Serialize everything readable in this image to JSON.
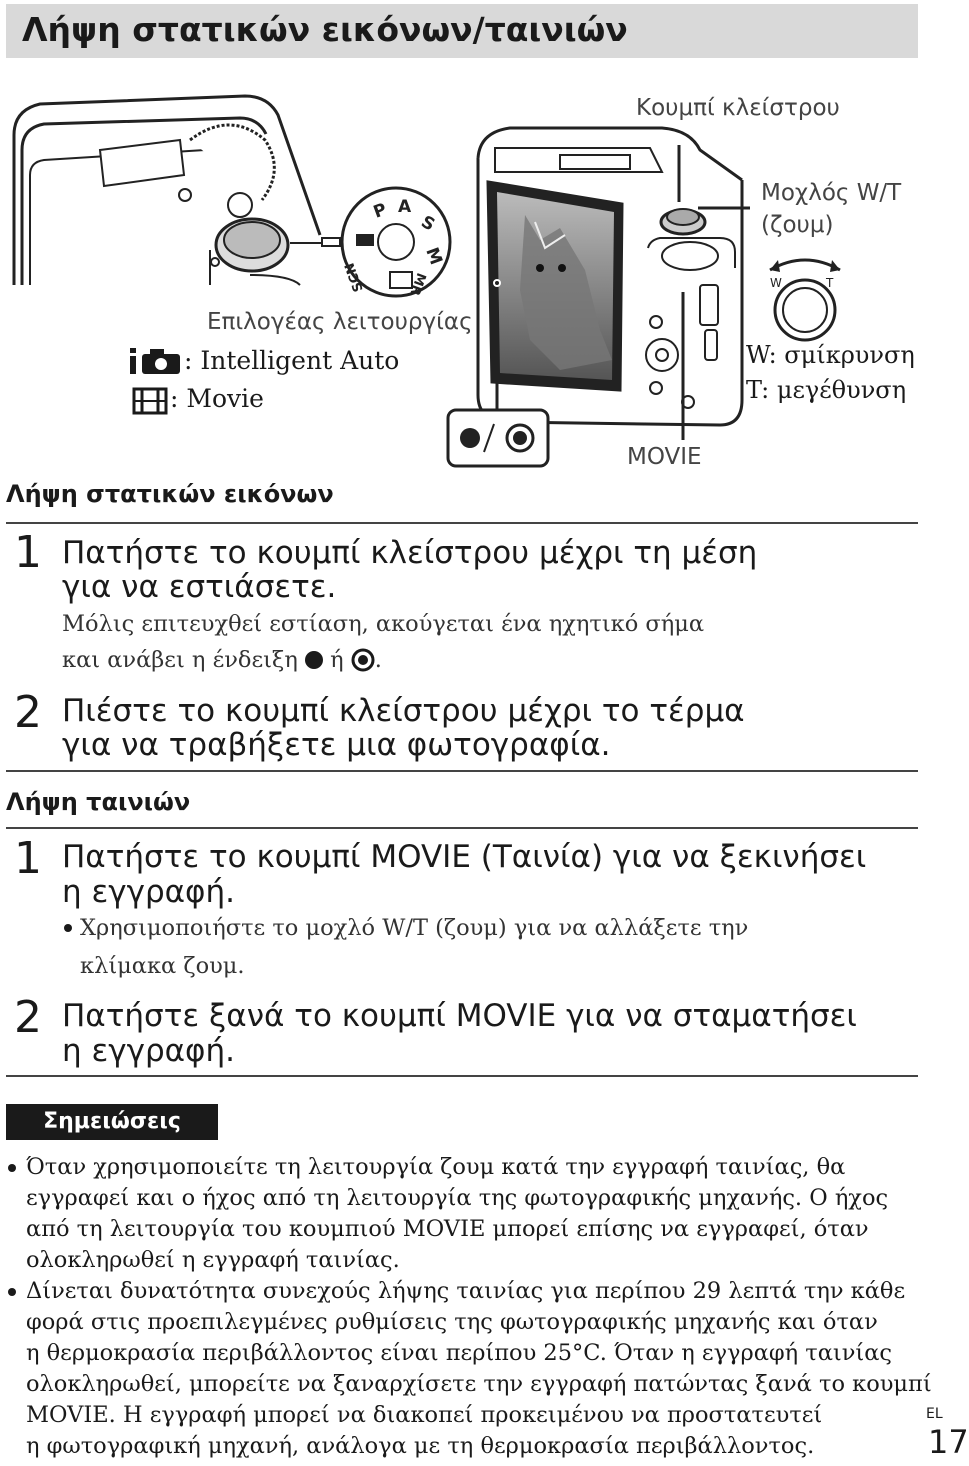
{
  "header": {
    "title": "Λήψη στατικών εικόνων/ταινιών"
  },
  "figure": {
    "shutter_label": "Κουμπί κλείστρου",
    "zoom_lever_label_1": "Μοχλός W/T",
    "zoom_lever_label_2": "(ζουμ)",
    "zoom_w_label": "W: σμίκρυνση",
    "zoom_t_label": "T: μεγέθυνση",
    "mode_dial_label": "Επιλογέας λειτουργίας",
    "mode_intelligent_auto": ": Intelligent Auto",
    "mode_movie": ": Movie",
    "movie_button_label": "MOVIE",
    "dial_letters": [
      "P",
      "A",
      "S",
      "M",
      "MR",
      "SCN"
    ],
    "lever_w": "W",
    "lever_t": "T"
  },
  "still": {
    "heading": "Λήψη στατικών εικόνων",
    "step1_num": "1",
    "step1_line1": "Πατήστε το κουμπί κλείστρου μέχρι τη μέση",
    "step1_line2": "για να εστιάσετε.",
    "step1_note_line1": "Μόλις επιτευχθεί εστίαση, ακούγεται ένα ηχητικό σήμα",
    "step1_note_line2a": "και ανάβει η ένδειξη",
    "step1_note_line2b": "ή",
    "step1_note_line2c": ".",
    "step2_num": "2",
    "step2_line1": "Πιέστε το κουμπί κλείστρου μέχρι το τέρμα",
    "step2_line2": "για να τραβήξετε μια φωτογραφία."
  },
  "movie": {
    "heading": "Λήψη ταινιών",
    "step1_num": "1",
    "step1_line1": "Πατήστε το κουμπί MOVIE (Ταινία) για να ξεκινήσει",
    "step1_line2": "η εγγραφή.",
    "step1_bullet_line1": "Χρησιμοποιήστε το μοχλό W/T (ζουμ) για να αλλάξετε την",
    "step1_bullet_line2": "κλίμακα ζουμ.",
    "step2_num": "2",
    "step2_line1": "Πατήστε ξανά το κουμπί MOVIE για να σταματήσει",
    "step2_line2": "η εγγραφή."
  },
  "notes": {
    "badge": "Σημειώσεις",
    "note1": [
      "Όταν χρησιμοποιείτε τη λειτουργία ζουμ κατά την εγγραφή ταινίας, θα",
      "εγγραφεί και ο ήχος από τη λειτουργία της φωτογραφικής μηχανής. Ο ήχος",
      "από τη λειτουργία του κουμπιού MOVIE μπορεί επίσης να εγγραφεί, όταν",
      "ολοκληρωθεί η εγγραφή ταινίας."
    ],
    "note2": [
      "Δίνεται δυνατότητα συνεχούς λήψης ταινίας για περίπου 29 λεπτά την κάθε",
      "φορά στις προεπιλεγμένες ρυθμίσεις της φωτογραφικής μηχανής και όταν",
      "η θερμοκρασία περιβάλλοντος είναι περίπου 25°C. Όταν η εγγραφή ταινίας",
      "ολοκληρωθεί, μπορείτε να ξαναρχίσετε την εγγραφή πατώντας ξανά το κουμπί",
      "MOVIE. Η εγγραφή μπορεί να διακοπεί προκειμένου να προστατευτεί",
      "η φωτογραφική μηχανή, ανάλογα με τη θερμοκρασία περιβάλλοντος."
    ]
  },
  "footer": {
    "lang": "EL",
    "page": "17"
  }
}
